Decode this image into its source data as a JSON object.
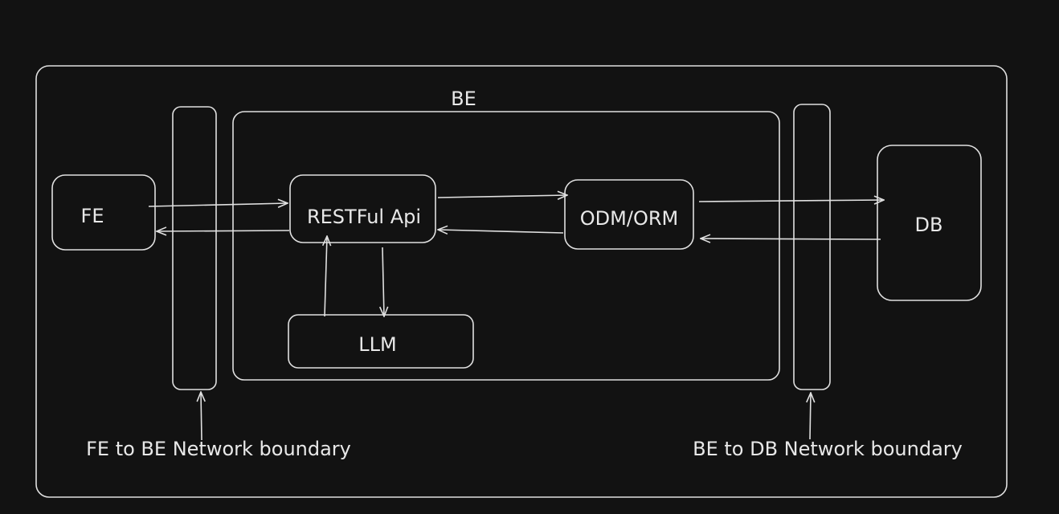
{
  "diagram": {
    "be_label": "BE",
    "nodes": {
      "fe": "FE",
      "api": "RESTFul Api",
      "odm": "ODM/ORM",
      "db": "DB",
      "llm": "LLM"
    },
    "annotations": {
      "fe_be": "FE to BE Network boundary",
      "be_db": "BE to DB Network boundary"
    },
    "colors": {
      "background": "#121212",
      "stroke": "#e0e0e0"
    }
  }
}
